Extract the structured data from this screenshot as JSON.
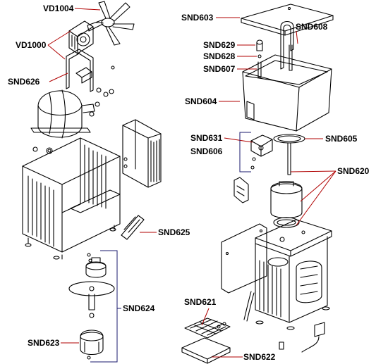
{
  "labels": {
    "vd1004": "VD1004",
    "vd1000": "VD1000",
    "snd626": "SND626",
    "snd625": "SND625",
    "snd624": "SND624",
    "snd623": "SND623",
    "snd603": "SND603",
    "snd629": "SND629",
    "snd628": "SND628",
    "snd607": "SND607",
    "snd608": "SND608",
    "snd604": "SND604",
    "snd631": "SND631",
    "snd606": "SND606",
    "snd605": "SND605",
    "snd620": "SND620",
    "snd621": "SND621",
    "snd622": "SND622"
  },
  "colors": {
    "leader_line": "#b00000",
    "bracket": "#1a1a6e",
    "drawing": "#000000"
  }
}
